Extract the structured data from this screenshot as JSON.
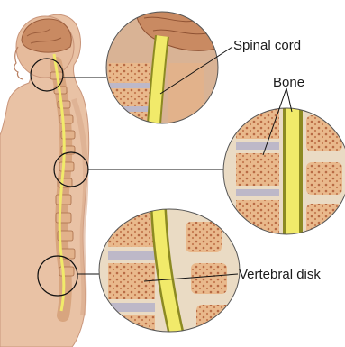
{
  "labels": {
    "spinal_cord": "Spinal cord",
    "bone": "Bone",
    "vertebral_disk": "Vertebral disk"
  },
  "colors": {
    "skin": "#e9c2a5",
    "skin_shadow": "#c9957a",
    "cord": "#f1ea6a",
    "cord_edge": "#8c8a22",
    "bone": "#e9b98c",
    "bone_pore": "#b86b45",
    "disk": "#bdb8c8",
    "brain": "#c98a62",
    "line": "#111111"
  }
}
